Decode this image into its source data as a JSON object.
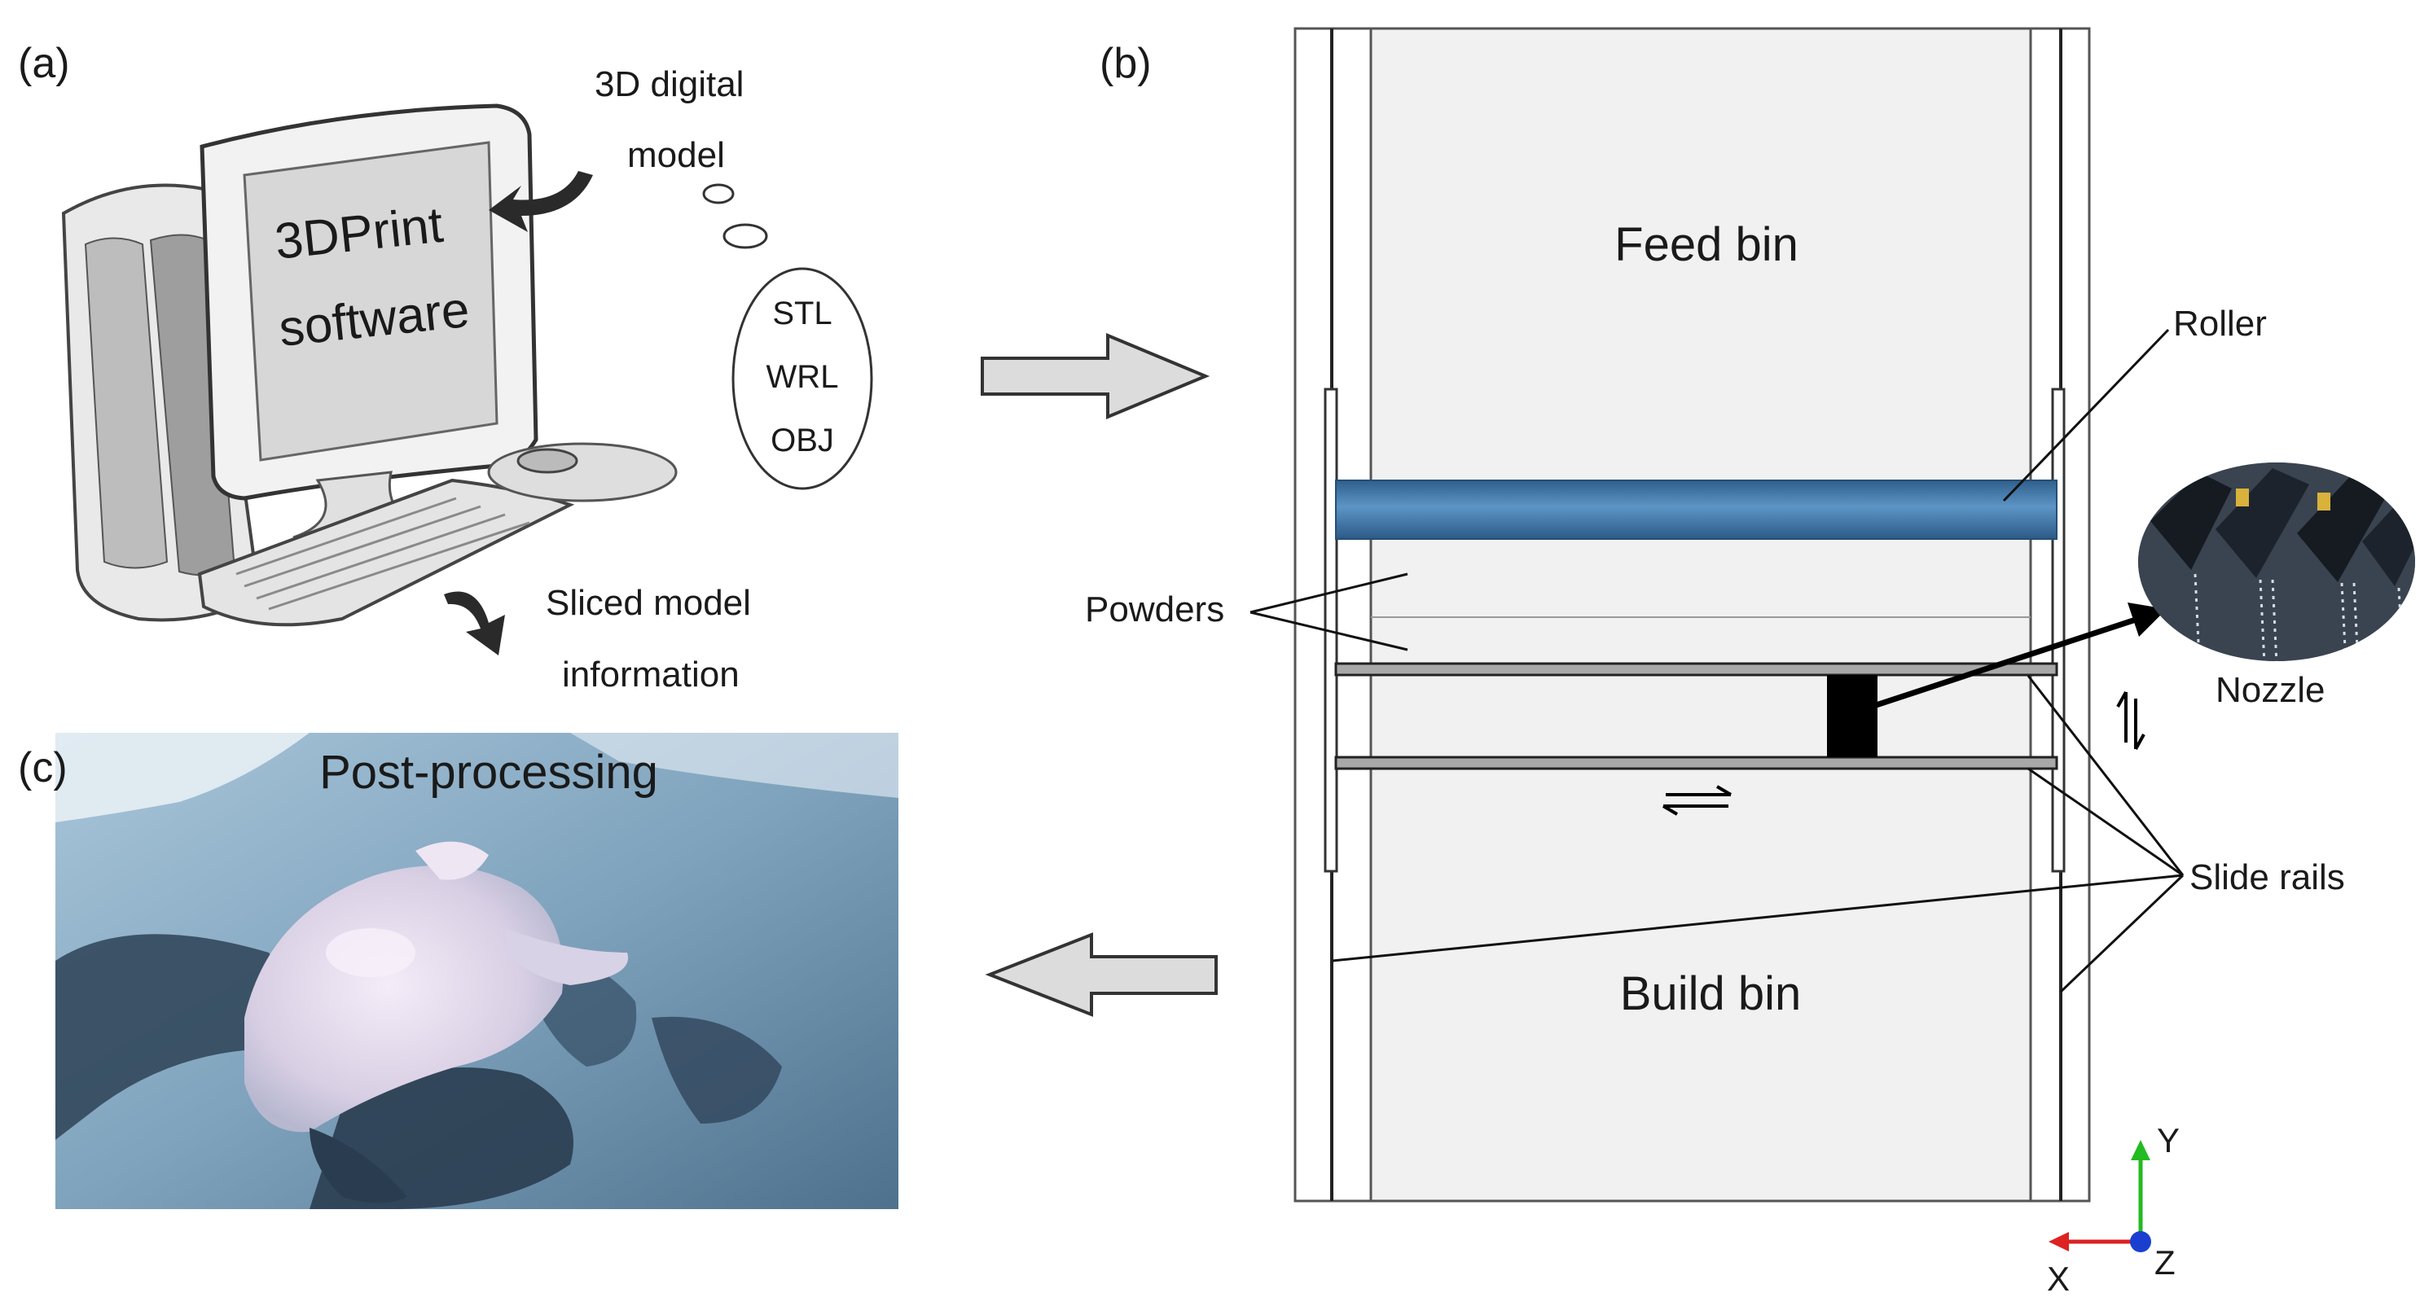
{
  "panels": {
    "a": {
      "label": "(a)",
      "screen_line1": "3DPrint",
      "screen_line2": "software",
      "thought_line1": "3D digital",
      "thought_line2": "model",
      "formats": [
        "STL",
        "WRL",
        "OBJ"
      ],
      "sliced_line1": "Sliced model",
      "sliced_line2": "information"
    },
    "b": {
      "label": "(b)",
      "feed_bin": "Feed bin",
      "build_bin": "Build bin",
      "roller": "Roller",
      "powders": "Powders",
      "nozzle": "Nozzle",
      "slide_rails": "Slide rails",
      "axes": {
        "y": "Y",
        "x": "X",
        "z": "Z"
      }
    },
    "c": {
      "label": "(c)",
      "title": "Post-processing"
    }
  },
  "colors": {
    "roller": "#4f86b8",
    "roller_dark": "#2f5f8c",
    "bin_fill": "#f1f1f1",
    "arrow_fill": "#dcdcdc",
    "axis_y": "#22bb22",
    "axis_x": "#dd2222",
    "axis_z": "#1a3fd0",
    "photo_bg": "#8fb1c9"
  },
  "icons": {
    "computer": "desktop-computer-icon",
    "nozzle_photo": "nozzle-photo",
    "post_processing_photo": "post-processing-photo"
  }
}
